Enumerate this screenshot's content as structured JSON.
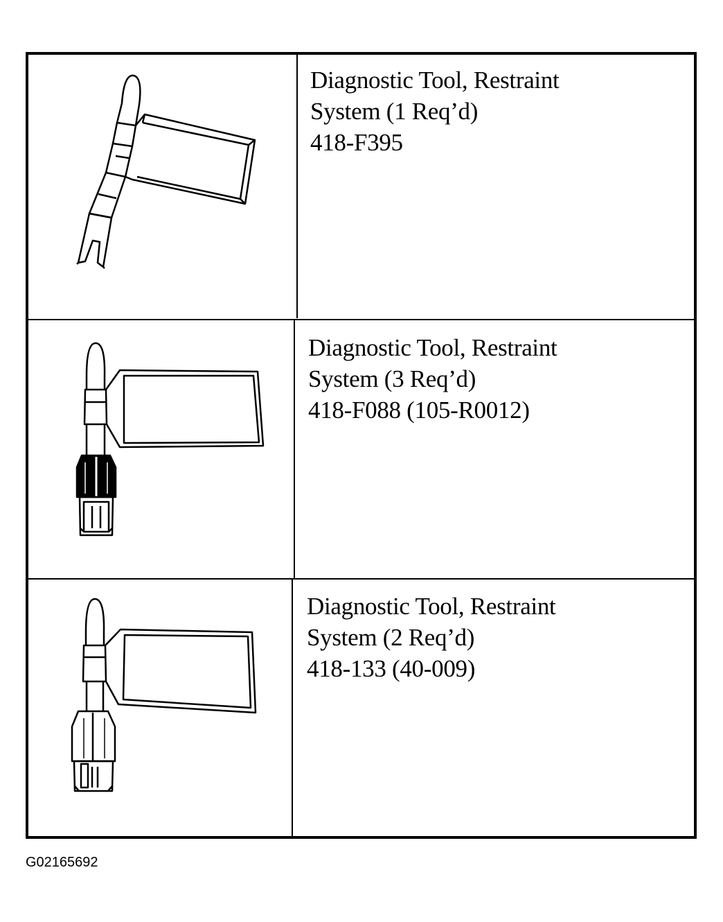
{
  "tools": [
    {
      "name": "Diagnostic Tool, Restraint",
      "requirement": "System (1 Req’d)",
      "part_number": "418-F395",
      "icon": "diagnostic-tool-fork-tip-icon"
    },
    {
      "name": "Diagnostic Tool, Restraint",
      "requirement": "System (3 Req’d)",
      "part_number": "418-F088 (105-R0012)",
      "icon": "diagnostic-tool-black-connector-icon"
    },
    {
      "name": "Diagnostic Tool, Restraint",
      "requirement": "System (2 Req’d)",
      "part_number": "418-133 (40-009)",
      "icon": "diagnostic-tool-white-connector-icon"
    }
  ],
  "figure_id": "G02165692"
}
